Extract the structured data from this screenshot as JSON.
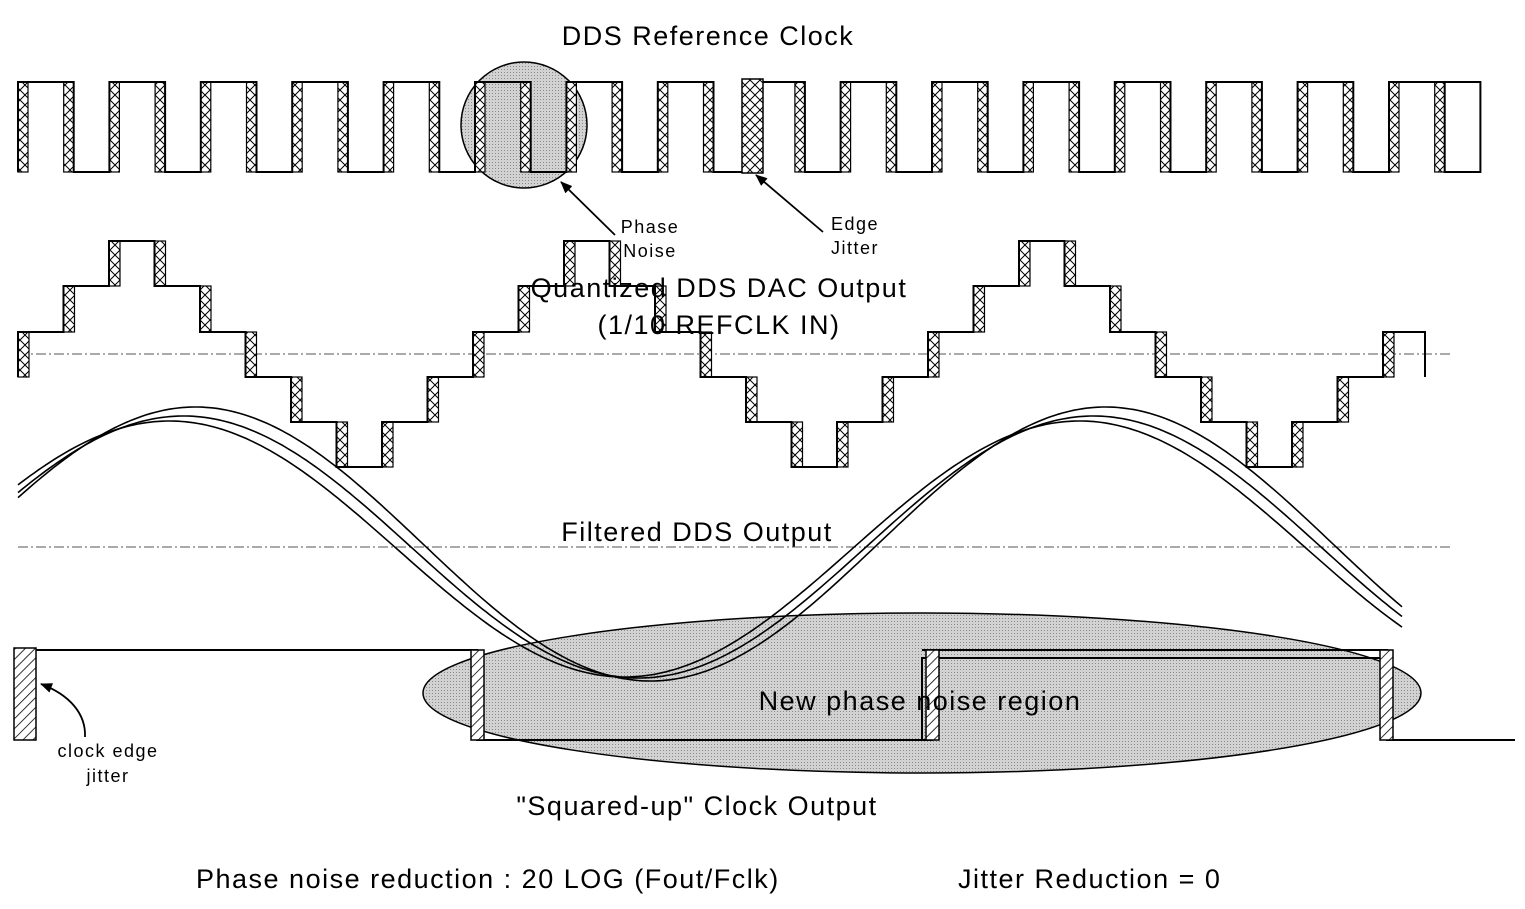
{
  "labels": {
    "ref_clock": "DDS Reference Clock",
    "phase_noise": [
      "Phase",
      "Noise"
    ],
    "edge_jitter": [
      "Edge",
      "Jitter"
    ],
    "quantized": [
      "Quantized DDS DAC Output",
      "(1/10 REFCLK IN)"
    ],
    "filtered": "Filtered DDS Output",
    "new_region": "New phase noise region",
    "clock_jitter": [
      "clock edge",
      "jitter"
    ],
    "squared": "\"Squared-up\" Clock  Output",
    "phase_reduction": "Phase noise reduction :  20 LOG (Fout/Fclk)",
    "jitter_reduction": "Jitter Reduction = 0"
  },
  "colors": {
    "line": "#000000",
    "stipple": "#d2d2d2",
    "background": "#ffffff"
  }
}
